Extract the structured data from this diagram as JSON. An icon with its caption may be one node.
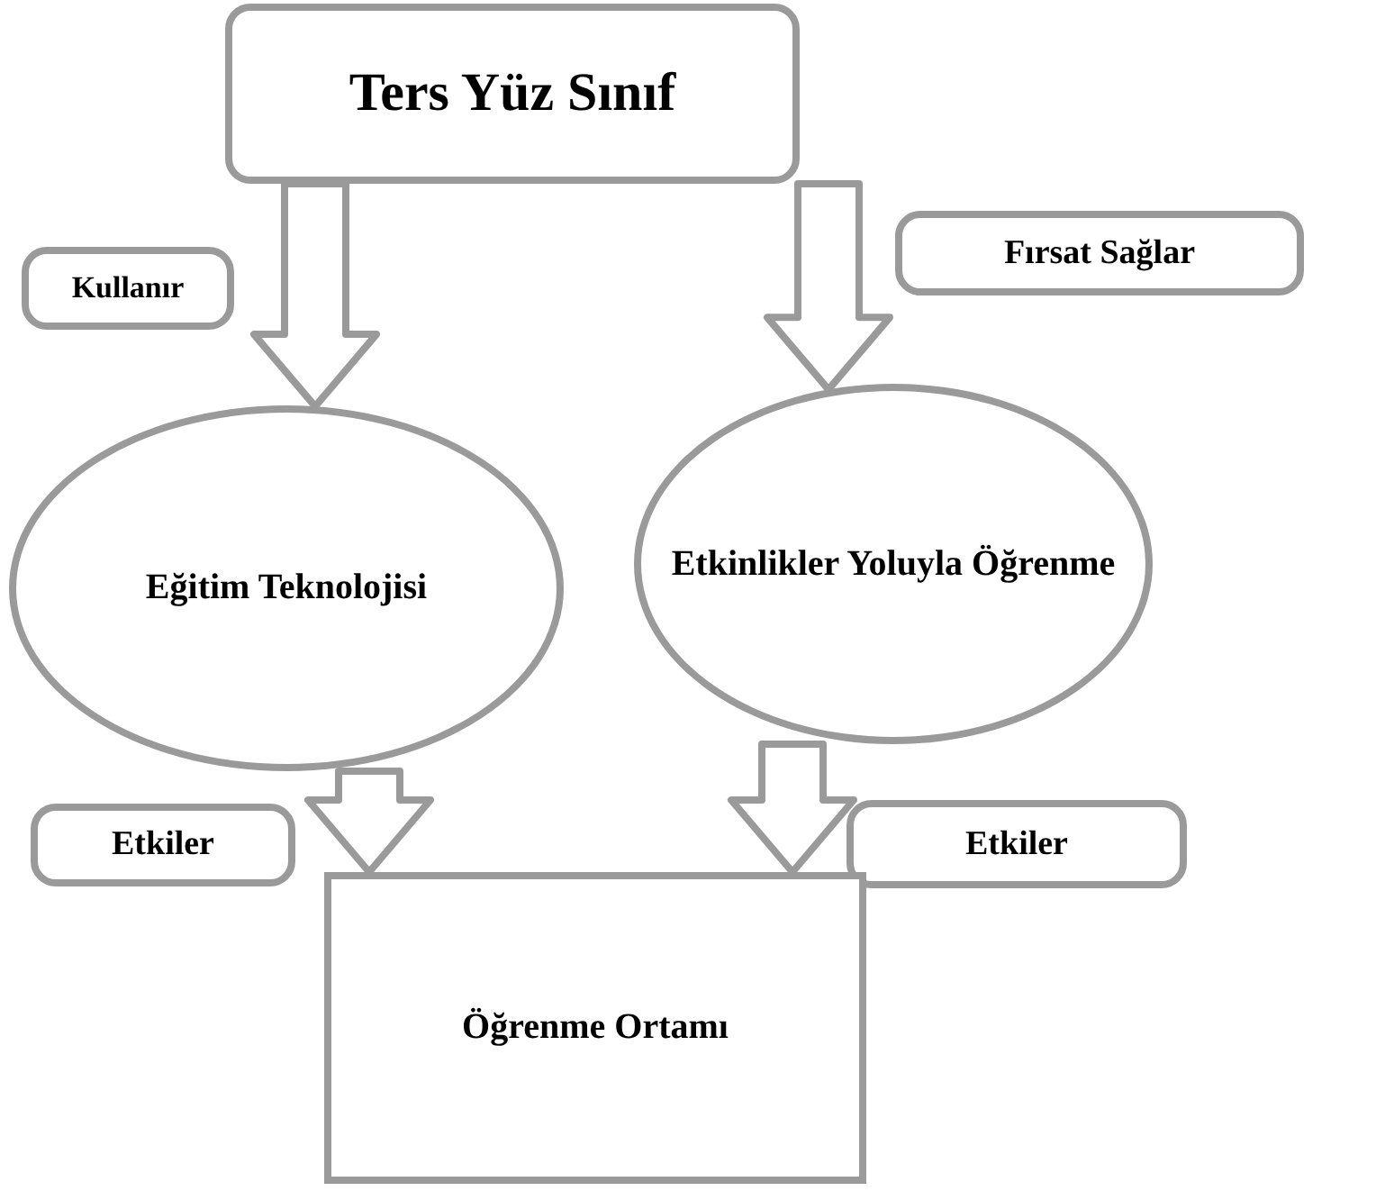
{
  "diagram": {
    "nodes": [
      {
        "text": [
          "Ters Yüz Sınıf"
        ]
      },
      {
        "text": [
          "Kullanır"
        ]
      },
      {
        "text": [
          "Fırsat Sağlar"
        ]
      },
      {
        "text": [
          "Eğitim Teknolojisi"
        ]
      },
      {
        "text": [
          "Etkinlikler Yoluyla Öğrenme"
        ]
      },
      {
        "text": [
          "Etkiler"
        ]
      },
      {
        "text": [
          "Etkiler"
        ]
      },
      {
        "text": [
          "Öğrenme Ortamı"
        ]
      }
    ],
    "edges": [
      {
        "from": 0,
        "to": 3,
        "arrow": "to",
        "style": "thick"
      },
      {
        "from": 0,
        "to": 4,
        "arrow": "to",
        "style": "thick"
      },
      {
        "from": 3,
        "to": 7,
        "arrow": "to",
        "style": "thick"
      },
      {
        "from": 4,
        "to": 7,
        "arrow": "to",
        "style": "thick"
      }
    ]
  }
}
